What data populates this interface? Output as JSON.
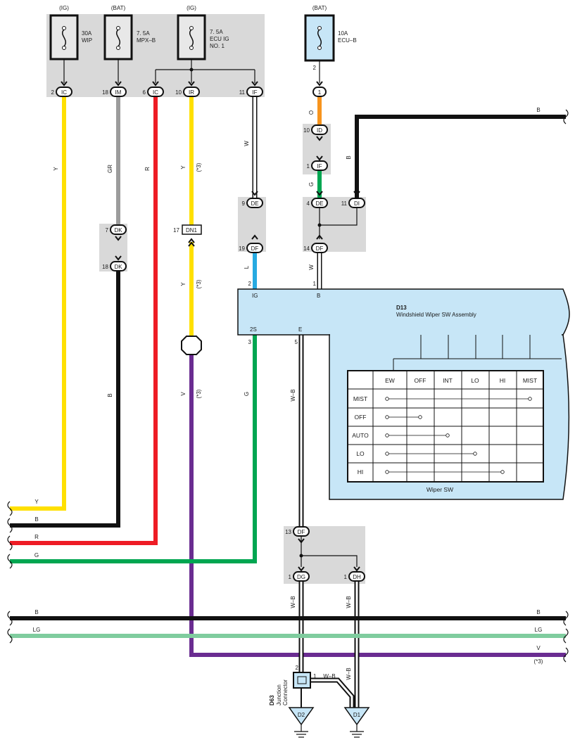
{
  "fuses": [
    {
      "source": "(IG)",
      "rating": "30A",
      "name1": "WIP",
      "name2": "",
      "name3": ""
    },
    {
      "source": "(BAT)",
      "rating": "7. 5A",
      "name1": "MPX–B",
      "name2": "",
      "name3": ""
    },
    {
      "source": "(IG)",
      "rating": "7. 5A",
      "name1": "ECU IG",
      "name2": "NO. 1",
      "name3": ""
    },
    {
      "source": "(BAT)",
      "rating": "10A",
      "name1": "ECU–B",
      "name2": "",
      "name3": ""
    }
  ],
  "connectors": {
    "c_ic2": {
      "pin": "2",
      "code": "IC"
    },
    "c_im18": {
      "pin": "18",
      "code": "IM"
    },
    "c_ic6": {
      "pin": "6",
      "code": "IC"
    },
    "c_ir10": {
      "pin": "10",
      "code": "IR"
    },
    "c_if11": {
      "pin": "11",
      "code": "IF"
    },
    "c_1": {
      "pin": "",
      "code": "1"
    },
    "c_id10": {
      "pin": "10",
      "code": "ID"
    },
    "c_if1": {
      "pin": "1",
      "code": "IF"
    },
    "c_de4": {
      "pin": "4",
      "code": "DE"
    },
    "c_di11": {
      "pin": "11",
      "code": "DI"
    },
    "c_df14": {
      "pin": "14",
      "code": "DF"
    },
    "c_de9": {
      "pin": "9",
      "code": "DE"
    },
    "c_df19": {
      "pin": "19",
      "code": "DF"
    },
    "c_dk7": {
      "pin": "7",
      "code": "DK"
    },
    "c_dk18": {
      "pin": "18",
      "code": "DK"
    },
    "c_dn1": {
      "pin": "17",
      "code": "DN1"
    },
    "c_df13": {
      "pin": "13",
      "code": "DF"
    },
    "c_dg1": {
      "pin": "1",
      "code": "DG"
    },
    "c_dh1": {
      "pin": "1",
      "code": "DH"
    }
  },
  "pin_numbers": {
    "ecub_pin": "2",
    "sw_ig": "2",
    "sw_b": "1",
    "sw_2s": "3",
    "sw_e": "5",
    "jc_2": "2",
    "jc_1": "1"
  },
  "wire_labels": {
    "y1": "Y",
    "gr": "GR",
    "r": "R",
    "y2": "Y",
    "y2_note": "(*3)",
    "w1": "W",
    "o": "O",
    "b_top": "B",
    "b_top_right": "B",
    "g1": "G",
    "l": "L",
    "w2": "W",
    "y3": "Y",
    "y3_note": "(*3)",
    "b_mid": "B",
    "v": "V",
    "v_note": "(*3)",
    "g2": "G",
    "wb1": "W–B",
    "wb2": "W–B",
    "wb3": "W–B",
    "wb4": "W–B",
    "wb5": "W–B",
    "bus_y": "Y",
    "bus_b1": "B",
    "bus_r": "R",
    "bus_g": "G",
    "bus_b2": "B",
    "bus_b2_r": "B",
    "bus_lg": "LG",
    "bus_lg_r": "LG",
    "bus_v_r": "V",
    "bus_v_note": "(*3)"
  },
  "component": {
    "code": "D13",
    "name": "Windshield Wiper SW Assembly",
    "terminals": {
      "ig": "IG",
      "b": "B",
      "s2": "2S",
      "e": "E"
    }
  },
  "switch_table": {
    "title": "Wiper SW",
    "columns": [
      "EW",
      "OFF",
      "INT",
      "LO",
      "HI",
      "MIST"
    ],
    "rows": [
      "MIST",
      "OFF",
      "AUTO",
      "LO",
      "HI"
    ],
    "connections": [
      {
        "row": "MIST",
        "from": "EW",
        "to": "MIST"
      },
      {
        "row": "OFF",
        "from": "EW",
        "to": "OFF"
      },
      {
        "row": "AUTO",
        "from": "EW",
        "to": "INT"
      },
      {
        "row": "LO",
        "from": "EW",
        "to": "LO"
      },
      {
        "row": "HI",
        "from": "EW",
        "to": "HI"
      }
    ]
  },
  "junction": {
    "code": "D63",
    "line1": "Junction",
    "line2": "Connector"
  },
  "grounds": {
    "g1": "D2",
    "g2": "D1"
  },
  "colors": {
    "yellow": "#ffe000",
    "gray": "#9c9c9c",
    "red": "#ee1c25",
    "black": "#111111",
    "white": "#ffffff",
    "orange": "#f7941d",
    "green": "#00a651",
    "lightblue": "#27aae1",
    "purple": "#6a2c91",
    "lightgreen": "#7fcc9e",
    "box_gray": "#d9d9d9",
    "comp_blue": "#c7e6f7"
  }
}
